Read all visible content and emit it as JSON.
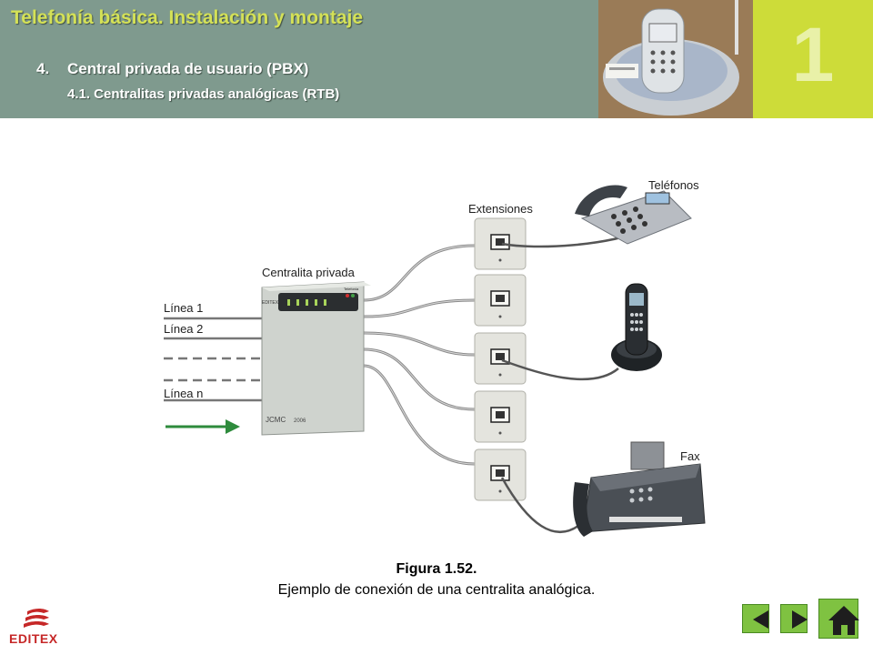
{
  "header": {
    "title": "Telefonía básica. Instalación y montaje",
    "section_number": "4.",
    "section_title": "Central privada de usuario (PBX)",
    "subsection": "4.1. Centralitas privadas analógicas (RTB)",
    "chapter_number": "1"
  },
  "diagram": {
    "pbx_label": "Centralita privada",
    "pbx_brand": "JCMC",
    "pbx_year": "2006",
    "pbx_small_label": "Telefonía",
    "pbx_logo": "EDITEX",
    "extensions_label": "Extensiones",
    "phones_label": "Teléfonos",
    "fax_label": "Fax",
    "lines": [
      "Línea 1",
      "Línea 2",
      "Línea n"
    ]
  },
  "caption": {
    "title": "Figura 1.52.",
    "text": "Ejemplo de conexión de una centralita analógica."
  },
  "footer": {
    "logo_text": "EDITEX"
  },
  "colors": {
    "header_bg": "#7f9a8e",
    "title": "#d4e157",
    "chapter_bg": "#cddc39",
    "nav": "#7fc241",
    "arrow": "#2e8b3c",
    "brand": "#c62828"
  },
  "icons": [
    "prev-arrow-icon",
    "next-arrow-icon",
    "home-icon",
    "editex-logo-icon"
  ]
}
